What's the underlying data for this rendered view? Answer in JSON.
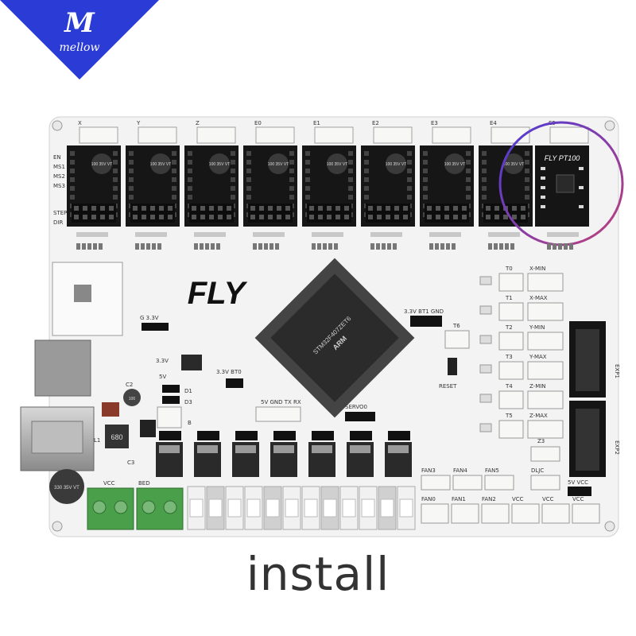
{
  "logo": {
    "brand": "mellow",
    "mark": "M"
  },
  "caption": "install",
  "board": {
    "name": "FLY",
    "mcu_marking": [
      "STM32F407ZET6",
      "ARM"
    ],
    "module_label": "FLY PT100",
    "driver_slots": [
      "X",
      "Y",
      "Z",
      "E0",
      "E1",
      "E2",
      "E3",
      "E4",
      "E5"
    ],
    "driver_side_labels": [
      "EN",
      "MS1",
      "MS2",
      "MS3",
      "STEP",
      "DIR"
    ],
    "cap_marking": "100 35V VT",
    "big_cap_marking": "330 35V VT",
    "right_headers": [
      {
        "left": "T0",
        "right": "X-MIN"
      },
      {
        "left": "T1",
        "right": "X-MAX"
      },
      {
        "left": "T2",
        "right": "Y-MIN"
      },
      {
        "left": "T3",
        "right": "Y-MAX"
      },
      {
        "left": "T4",
        "right": "Z-MIN"
      },
      {
        "left": "T5",
        "right": "Z-MAX"
      }
    ],
    "exp_labels": [
      "EXP1",
      "EXP2"
    ],
    "fan_top": [
      "FAN3",
      "FAN4",
      "FAN5"
    ],
    "fan_bottom": [
      "FAN0",
      "FAN1",
      "FAN2",
      "VCC",
      "VCC",
      "VCC"
    ],
    "misc": {
      "reset": "RESET",
      "servo": "SERVO0",
      "t6": "T6",
      "z3": "Z3",
      "dljc": "DLJC",
      "uart": "5V GND TX RX",
      "bt_header": "3.3V BT1 GND",
      "bt0": "3.3V BT0",
      "g33": "G 3.3V",
      "v33": "3.3V",
      "v5": "5V",
      "vcc_left": "VCC",
      "bed": "BED",
      "v5vcc": "5V VCC",
      "c2": "C2",
      "c3": "C3",
      "d1": "D1",
      "d3": "D3",
      "l1": "L1",
      "b": "B",
      "inductor": "680"
    }
  },
  "colors": {
    "board": "#f4f4f4",
    "header_black": "#1a1a1a",
    "connector_white": "#f7f7f5",
    "terminal_green": "#4aa04a",
    "logo_blue": "#2b3bd6",
    "highlight_circle": "#8e3bd8"
  }
}
